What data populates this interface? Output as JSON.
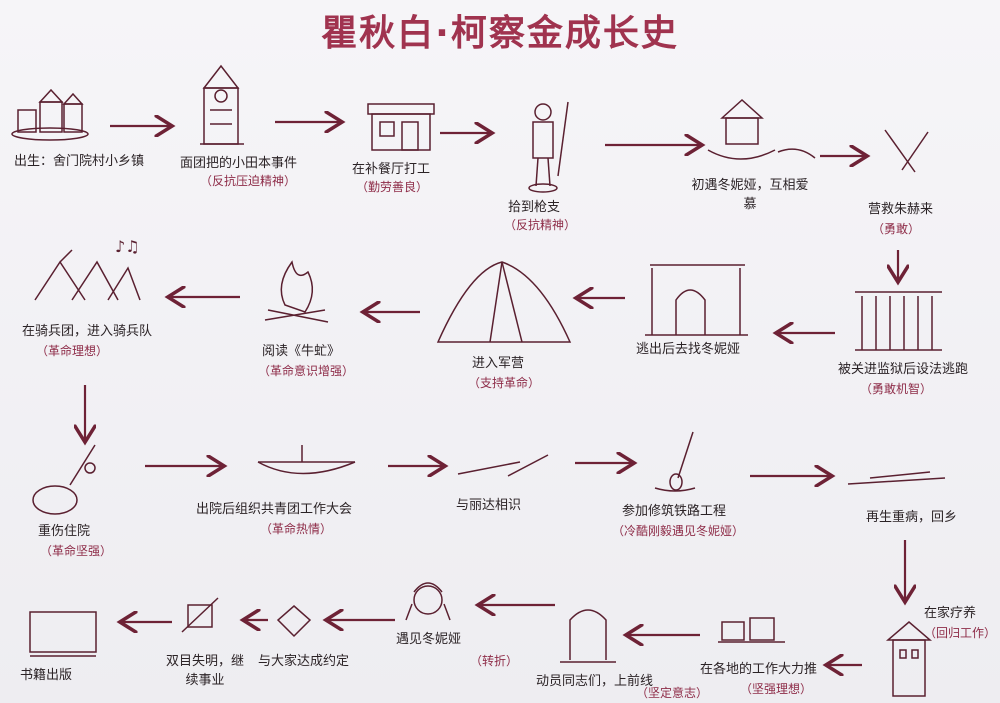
{
  "title": "瞿秋白·柯察金成长史",
  "nodes": [
    {
      "label": "出生：舍门院村小乡镇",
      "tag": ""
    },
    {
      "label": "面团把的小田本事件",
      "tag": "（反抗压迫精神）"
    },
    {
      "label": "在补餐厅打工",
      "tag": "（勤劳善良）"
    },
    {
      "label": "拾到枪支",
      "tag": "（反抗精神）"
    },
    {
      "label": "初遇冬妮娅，互相爱慕",
      "tag": ""
    },
    {
      "label": "营救朱赫来",
      "tag": "（勇敢）"
    },
    {
      "label": "被关进监狱后设法逃跑",
      "tag": "（勇敢机智）"
    },
    {
      "label": "逃出后去找冬妮娅",
      "tag": ""
    },
    {
      "label": "进入军营",
      "tag": "（支持革命）"
    },
    {
      "label": "阅读《牛虻》",
      "tag": "（革命意识增强）"
    },
    {
      "label": "在骑兵团，进入骑兵队",
      "tag": "（革命理想）"
    },
    {
      "label": "重伤住院",
      "tag": "（革命坚强）"
    },
    {
      "label": "出院后组织共青团工作大会",
      "tag": "（革命热情）"
    },
    {
      "label": "与丽达相识",
      "tag": ""
    },
    {
      "label": "参加修筑铁路工程",
      "tag": "（冷酷刚毅遇见冬妮娅）"
    },
    {
      "label": "再生重病，回乡",
      "tag": ""
    },
    {
      "label": "在家疗养",
      "tag": "（回归工作）"
    },
    {
      "label": "在各地的工作大力推",
      "tag": "（坚强理想）"
    },
    {
      "label": "动员同志们，上前线",
      "tag": "（坚定意志）"
    },
    {
      "label": "遇见冬妮娅",
      "tag": "（转折）"
    },
    {
      "label": "与大家达成约定",
      "tag": ""
    },
    {
      "label": "双目失明，继续事业",
      "tag": ""
    },
    {
      "label": "书籍出版",
      "tag": ""
    }
  ]
}
